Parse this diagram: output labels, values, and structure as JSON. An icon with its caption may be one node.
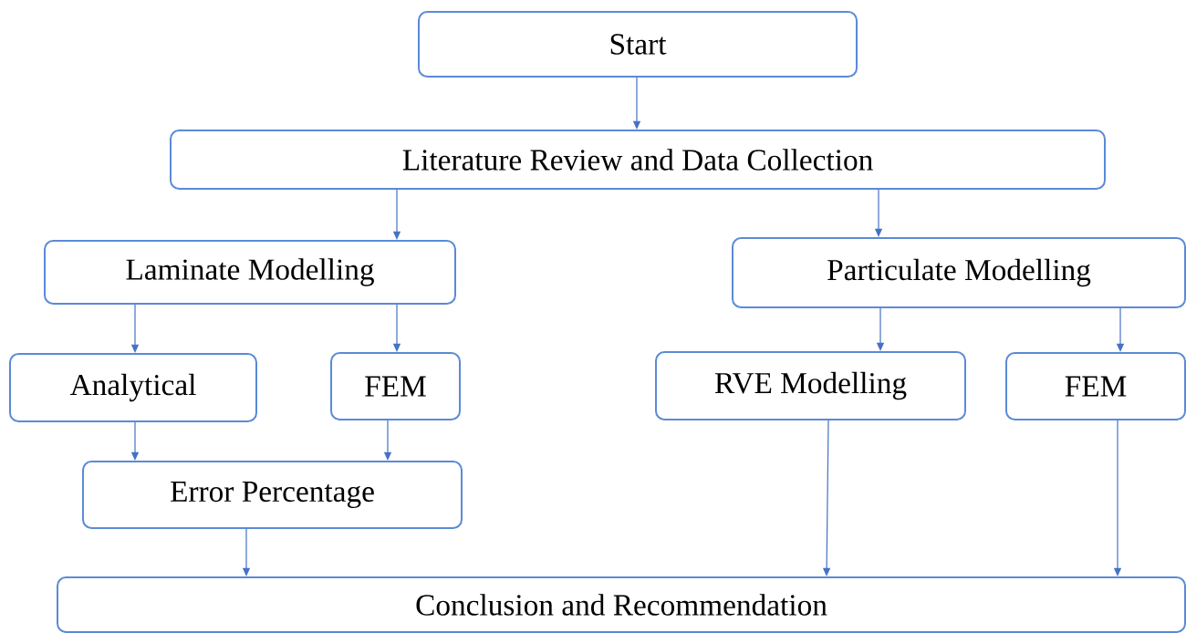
{
  "diagram": {
    "nodes": [
      {
        "text": [
          "Start"
        ]
      },
      {
        "text": [
          "Literature Review and Data Collection"
        ]
      },
      {
        "text": [
          "Laminate Modelling"
        ]
      },
      {
        "text": [
          "Particulate Modelling"
        ]
      },
      {
        "text": [
          "Analytical"
        ]
      },
      {
        "text": [
          "FEM"
        ]
      },
      {
        "text": [
          "RVE Modelling"
        ]
      },
      {
        "text": [
          "FEM"
        ]
      },
      {
        "text": [
          "Error Percentage"
        ]
      },
      {
        "text": [
          "Conclusion and Recommendation"
        ]
      }
    ],
    "edges": [
      {
        "from": 0,
        "to": 1,
        "arrow": "to"
      },
      {
        "from": 1,
        "to": 2,
        "arrow": "to"
      },
      {
        "from": 1,
        "to": 3,
        "arrow": "to"
      },
      {
        "from": 2,
        "to": 4,
        "arrow": "to"
      },
      {
        "from": 2,
        "to": 5,
        "arrow": "to"
      },
      {
        "from": 3,
        "to": 6,
        "arrow": "to"
      },
      {
        "from": 3,
        "to": 7,
        "arrow": "to"
      },
      {
        "from": 4,
        "to": 8,
        "arrow": "to"
      },
      {
        "from": 5,
        "to": 8,
        "arrow": "to"
      },
      {
        "from": 8,
        "to": 9,
        "arrow": "to"
      },
      {
        "from": 6,
        "to": 9,
        "arrow": "to"
      },
      {
        "from": 7,
        "to": 9,
        "arrow": "to"
      }
    ]
  }
}
